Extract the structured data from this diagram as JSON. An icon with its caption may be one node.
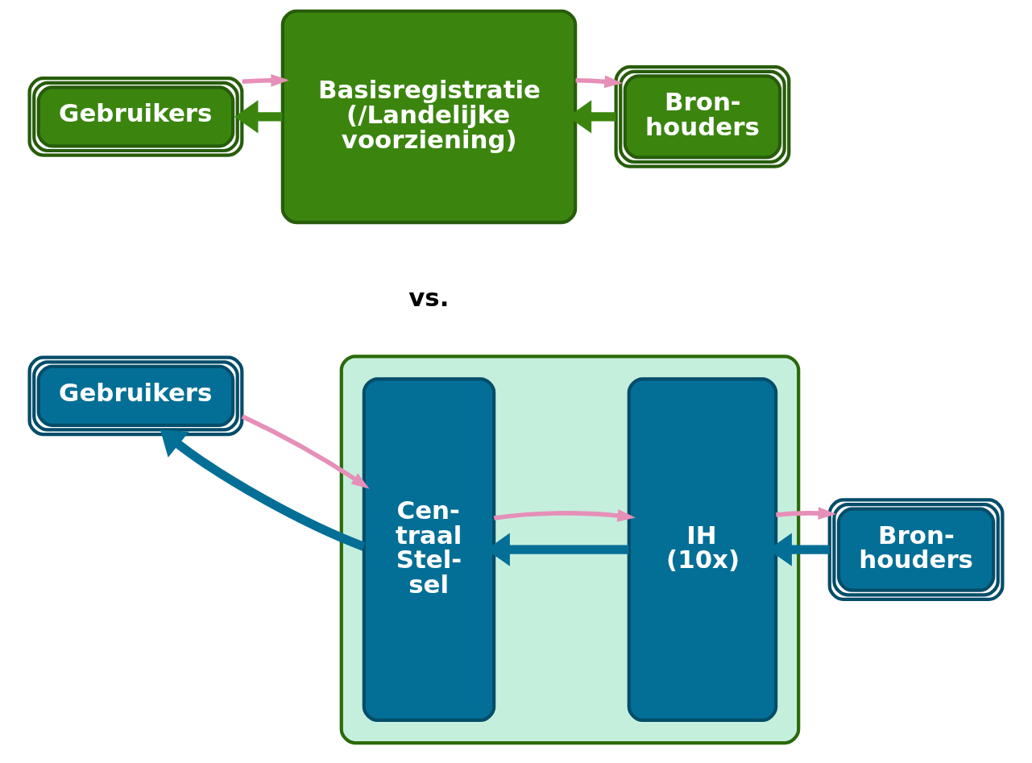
{
  "diagram": {
    "nodes": [
      {
        "text": [],
        "shape": "box"
      },
      {
        "text": [
          "Gebruikers"
        ]
      },
      {
        "text": [
          "Cen- traal Stel- sel"
        ],
        "in": 0
      },
      {
        "text": [
          "IH (10x)"
        ],
        "in": 0
      },
      {
        "text": [
          "Bron- houders"
        ]
      },
      {
        "text": [
          "Gebruikers"
        ]
      },
      {
        "text": [
          "Basisregistratie (/Landelijke voorziening)"
        ]
      },
      {
        "text": [
          "Bron- houders"
        ]
      }
    ],
    "edges": [
      {
        "from": 2,
        "to": 1,
        "arrow": "to",
        "style": "thick",
        "color": "#036f96"
      },
      {
        "from": 1,
        "to": 2,
        "arrow": "to",
        "color": "#e68fb8"
      },
      {
        "from": 3,
        "to": 2,
        "arrow": "to",
        "style": "thick",
        "color": "#036f96"
      },
      {
        "from": 2,
        "to": 3,
        "arrow": "to",
        "color": "#e68fb8"
      },
      {
        "from": 4,
        "to": 3,
        "arrow": "to",
        "style": "thick",
        "color": "#036f96"
      },
      {
        "from": 3,
        "to": 4,
        "arrow": "to",
        "color": "#e68fb8"
      },
      {
        "from": 6,
        "to": 5,
        "arrow": "to",
        "style": "thick",
        "color": "#3b850f"
      },
      {
        "from": 5,
        "to": 6,
        "arrow": "to",
        "color": "#e68fb8"
      },
      {
        "from": 7,
        "to": 6,
        "arrow": "to",
        "style": "thick",
        "color": "#3b850f"
      },
      {
        "from": 6,
        "to": 7,
        "arrow": "to",
        "color": "#e68fb8"
      }
    ],
    "labels": [
      "vs."
    ]
  }
}
